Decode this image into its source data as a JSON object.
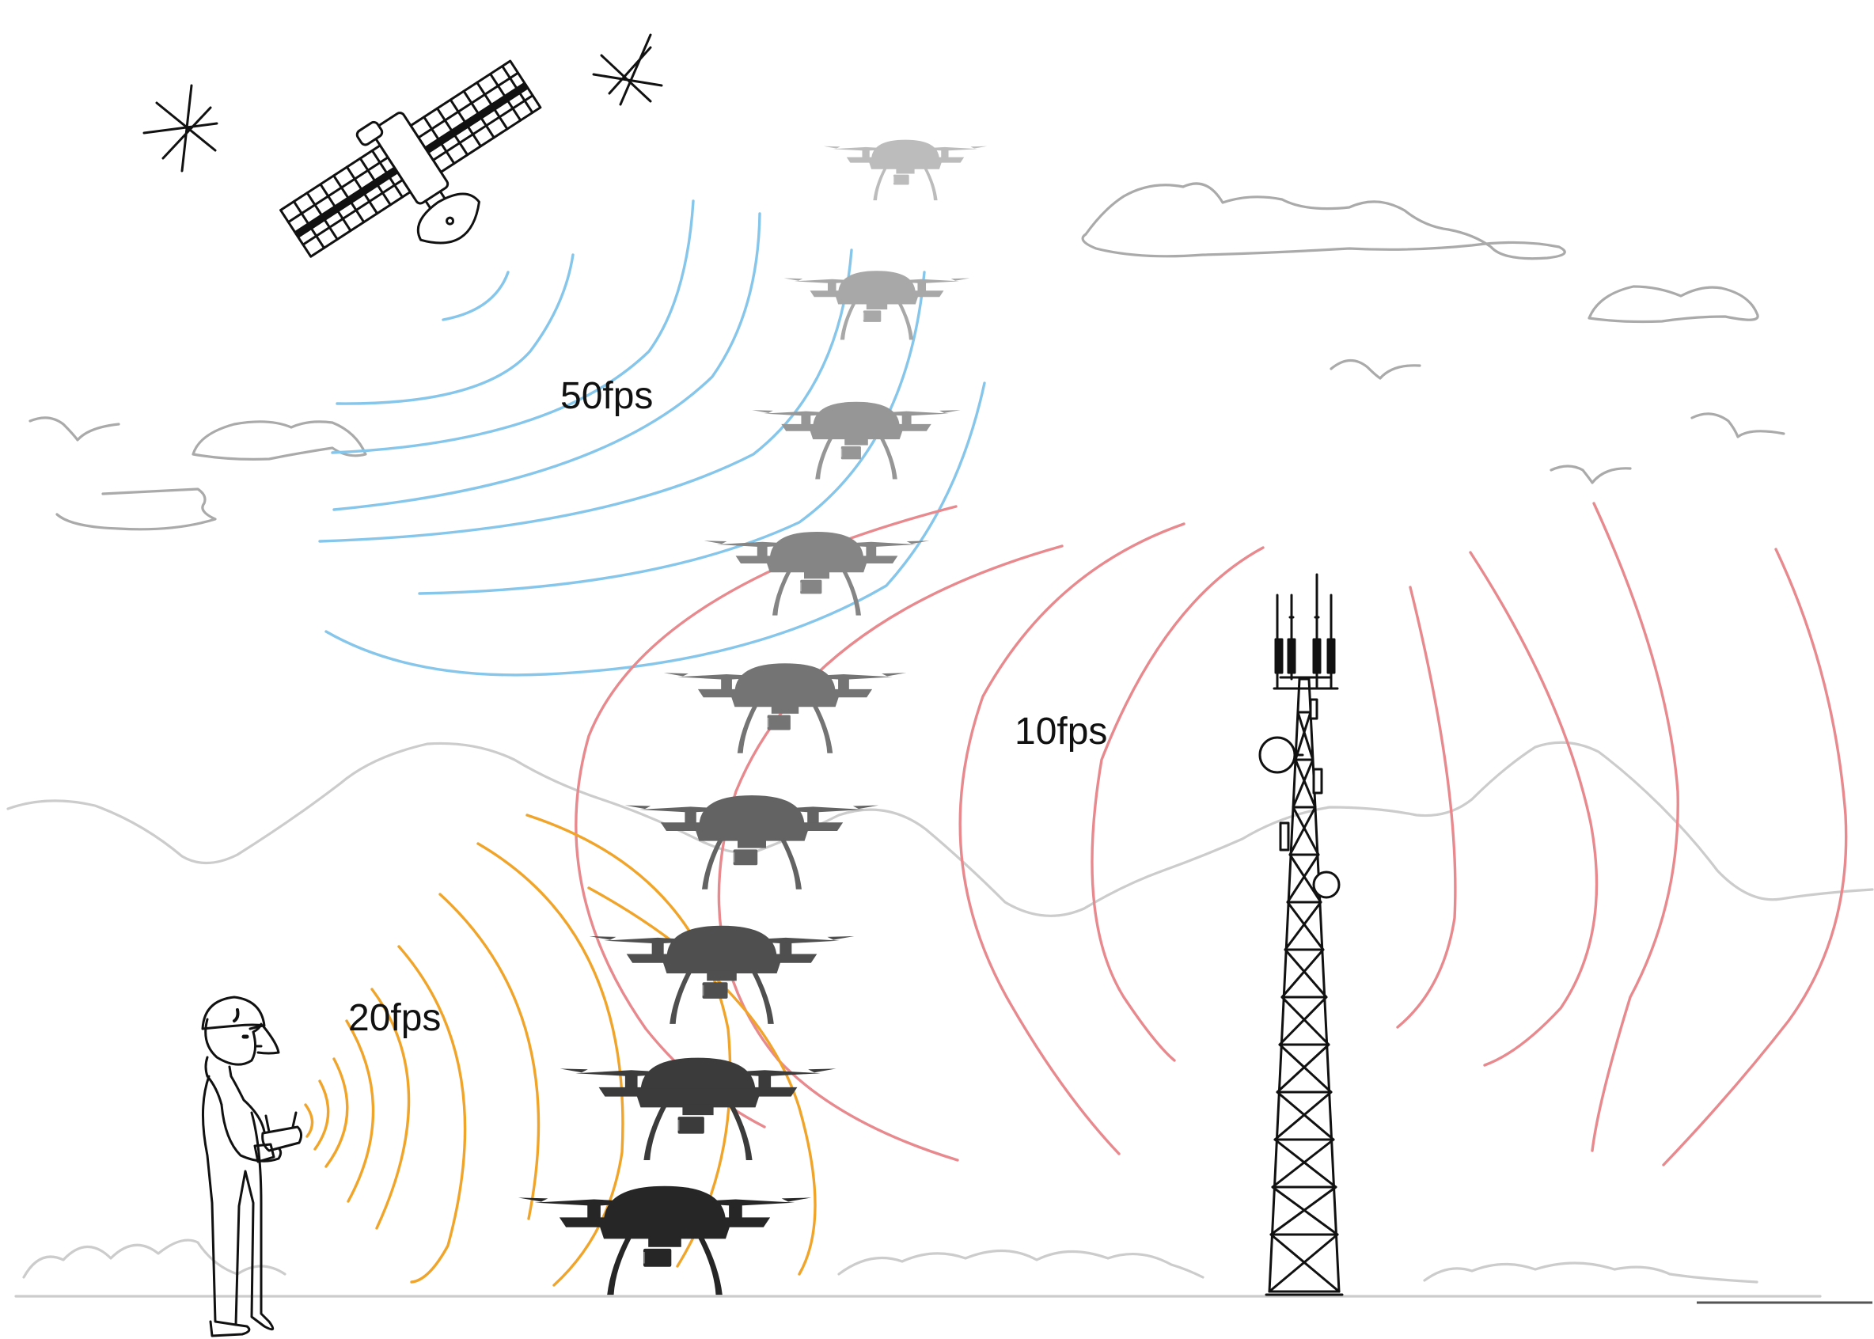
{
  "labels": {
    "satellite_rate": "50fps",
    "cell_tower_rate": "10fps",
    "remote_controller_rate": "20fps"
  },
  "colors": {
    "satellite_signal": "#86c6ea",
    "cell_tower_signal": "#e8898e",
    "remote_controller_signal": "#f0a52a",
    "ink": "#111111",
    "background_lines": "#aaaaaa"
  },
  "icons": [
    "satellite-icon",
    "star-icon",
    "drone-icon",
    "cell-tower-icon",
    "person-icon",
    "remote-controller-icon",
    "cloud-icon",
    "bird-icon"
  ],
  "drones": [
    {
      "shade": "#bcbcbc"
    },
    {
      "shade": "#a8a8a8"
    },
    {
      "shade": "#969696"
    },
    {
      "shade": "#858585"
    },
    {
      "shade": "#747474"
    },
    {
      "shade": "#636363"
    },
    {
      "shade": "#4f4f4f"
    },
    {
      "shade": "#3b3b3b"
    },
    {
      "shade": "#262626"
    }
  ]
}
